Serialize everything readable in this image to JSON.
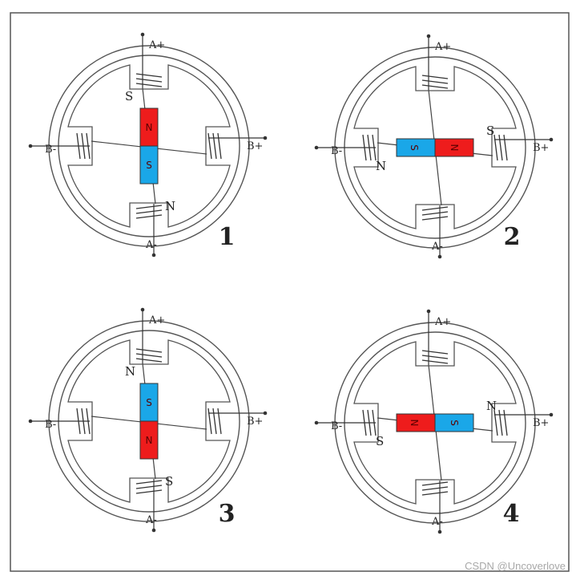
{
  "diagrams": [
    {
      "step": "1",
      "rotor": "vertical",
      "magnet": {
        "first_label": "N",
        "second_label": "S",
        "first_color": "#ee1c1c",
        "second_color": "#1aa7e8"
      },
      "pole_top": "S",
      "pole_bottom": "N",
      "pole_left": "",
      "pole_right": ""
    },
    {
      "step": "2",
      "rotor": "horizontal",
      "magnet": {
        "first_label": "S",
        "second_label": "N",
        "first_color": "#1aa7e8",
        "second_color": "#ee1c1c"
      },
      "pole_top": "",
      "pole_bottom": "",
      "pole_left": "N",
      "pole_right": "S"
    },
    {
      "step": "3",
      "rotor": "vertical",
      "magnet": {
        "first_label": "S",
        "second_label": "N",
        "first_color": "#1aa7e8",
        "second_color": "#ee1c1c"
      },
      "pole_top": "N",
      "pole_bottom": "S",
      "pole_left": "",
      "pole_right": ""
    },
    {
      "step": "4",
      "rotor": "horizontal",
      "magnet": {
        "first_label": "N",
        "second_label": "S",
        "first_color": "#ee1c1c",
        "second_color": "#1aa7e8"
      },
      "pole_top": "",
      "pole_bottom": "",
      "pole_left": "S",
      "pole_right": "N"
    }
  ],
  "pins": {
    "a_plus": "A+",
    "a_minus": "A-",
    "b_plus": "B+",
    "b_minus": "B-"
  },
  "watermark": "CSDN @Uncoverlove"
}
